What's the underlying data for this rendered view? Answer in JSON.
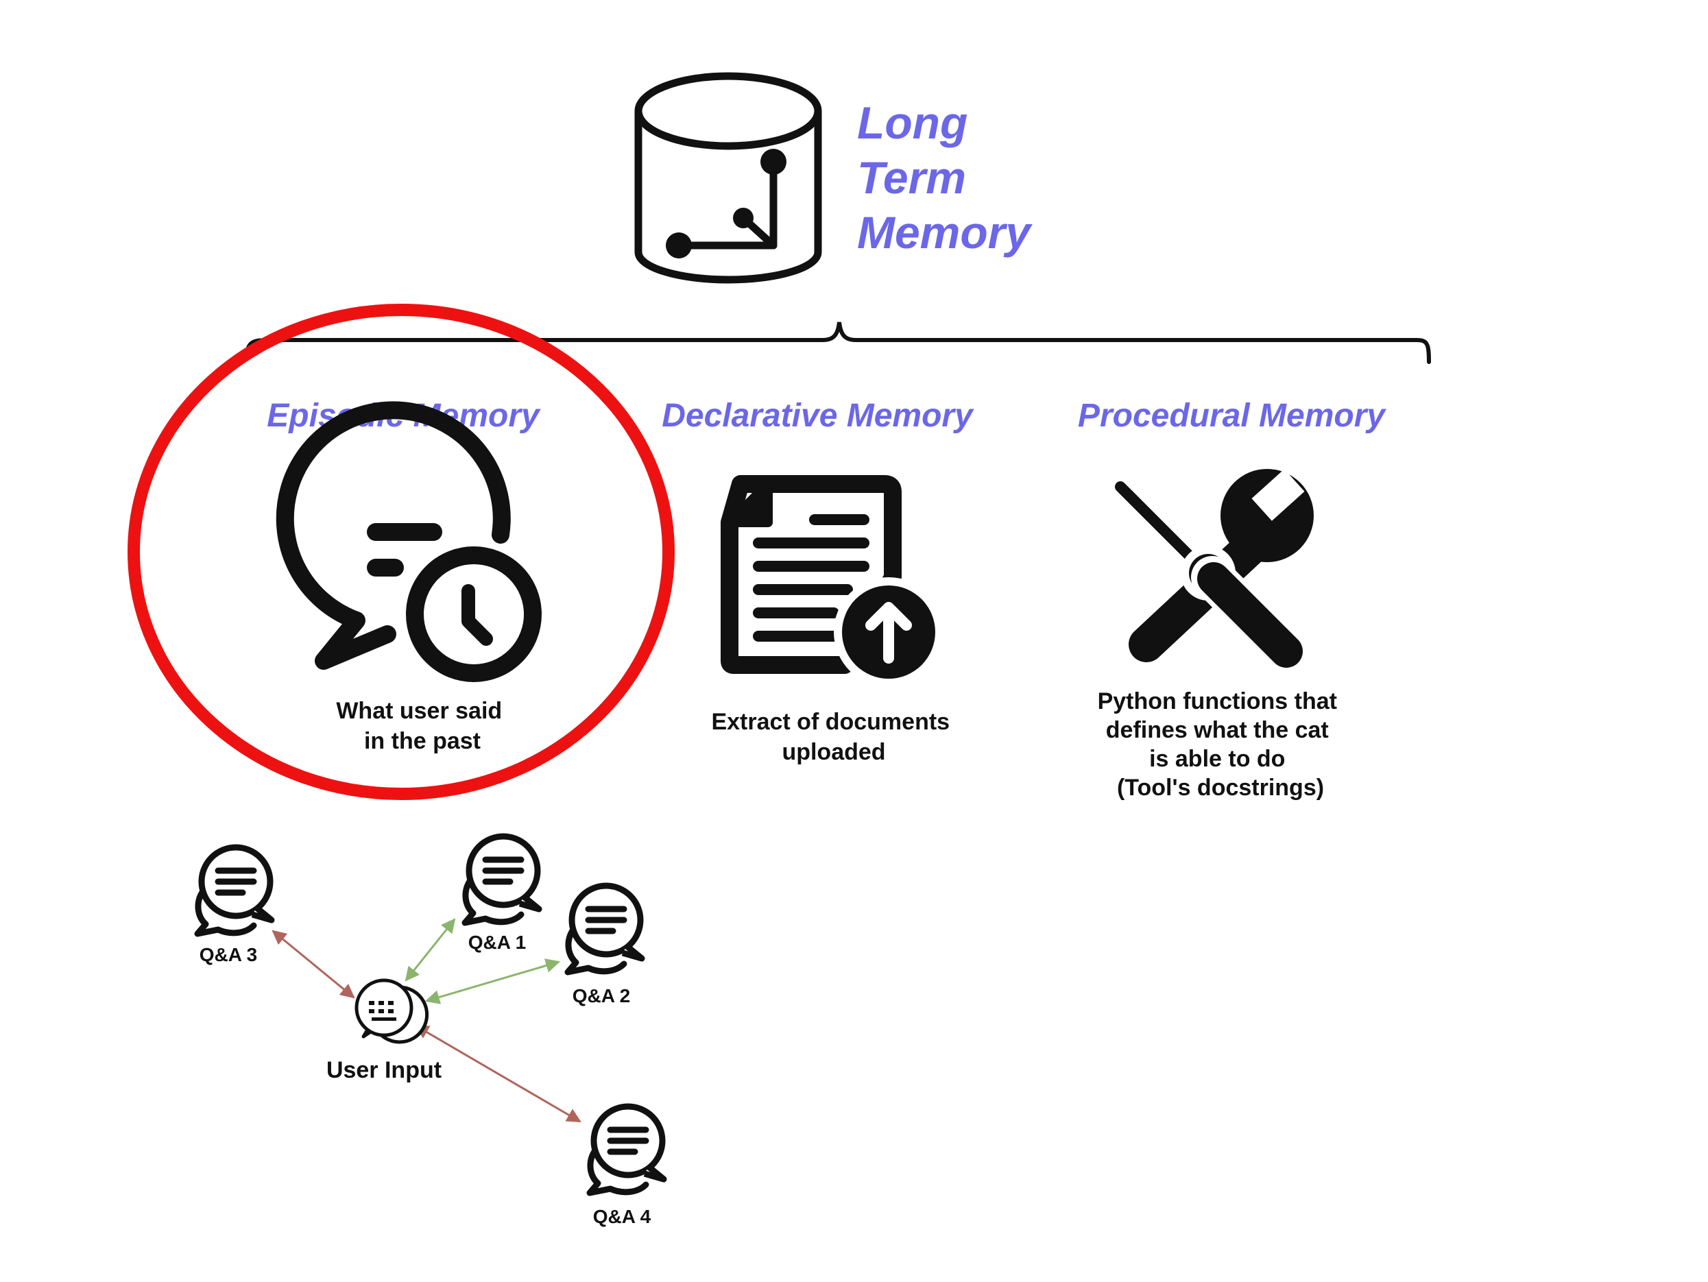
{
  "root": {
    "title_lines": [
      "Long",
      "Term",
      "Memory"
    ],
    "icon": "database-graph-icon"
  },
  "memories": [
    {
      "title": "Episodic Memory",
      "icon": "chat-clock-icon",
      "caption_lines": [
        "What user said",
        "in the past"
      ],
      "highlighted": true
    },
    {
      "title": "Declarative Memory",
      "icon": "document-upload-icon",
      "caption_lines": [
        "Extract of documents",
        "uploaded"
      ],
      "highlighted": false
    },
    {
      "title": "Procedural Memory",
      "icon": "wrench-screwdriver-icon",
      "caption_lines": [
        "Python functions that",
        "defines what the cat",
        "is able to do",
        "(Tool's docstrings)"
      ],
      "highlighted": false
    }
  ],
  "retrieval": {
    "input": {
      "label": "User Input",
      "icon": "keyboard-chat-icon"
    },
    "items": [
      {
        "label": "Q&A 1",
        "icon": "chat-bubbles-icon",
        "relevant": true
      },
      {
        "label": "Q&A 2",
        "icon": "chat-bubbles-icon",
        "relevant": true
      },
      {
        "label": "Q&A 3",
        "icon": "chat-bubbles-icon",
        "relevant": false
      },
      {
        "label": "Q&A 4",
        "icon": "chat-bubbles-icon",
        "relevant": false
      }
    ]
  },
  "colors": {
    "title": "#6b67e8",
    "highlight": "#ee1111",
    "relevant_arrow": "#8bb56c",
    "irrelevant_arrow": "#b0655c",
    "ink": "#111111"
  }
}
